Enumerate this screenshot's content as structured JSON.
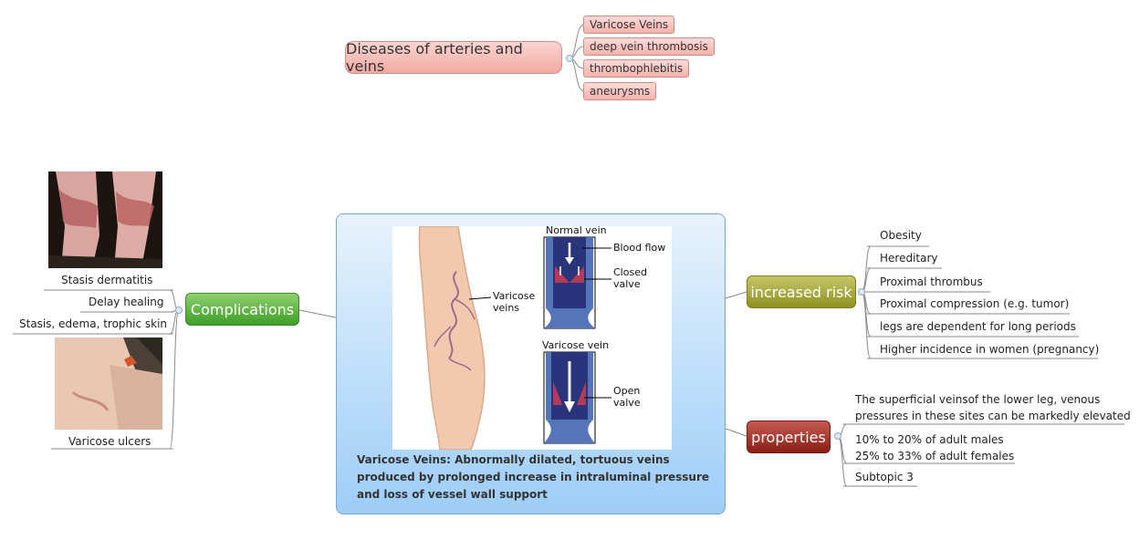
{
  "top": {
    "root": "Diseases of arteries and veins",
    "children": [
      "Varicose Veins",
      "deep vein thrombosis",
      "thrombophlebitis",
      "aneurysms"
    ]
  },
  "complications": {
    "label": "Complications",
    "items": [
      "Stasis dermatitis",
      "Delay healing",
      "Stasis, edema, trophic skin",
      "Varicose ulcers"
    ]
  },
  "center": {
    "description": "Varicose Veins: Abnormally dilated, tortuous veins produced by prolonged increase in intraluminal pressure and loss of vessel wall support",
    "figure": {
      "varicose_veins": "Varicose\nveins",
      "normal_vein": "Normal vein",
      "blood_flow": "Blood flow",
      "closed_valve": "Closed\nvalve",
      "varicose_vein": "Varicose vein",
      "open_valve": "Open\nvalve"
    }
  },
  "increased_risk": {
    "label": "increased risk",
    "items": [
      "Obesity",
      "Hereditary",
      "Proximal thrombus",
      "Proximal compression (e.g. tumor)",
      "legs are dependent for long periods",
      "Higher incidence in women (pregnancy)"
    ]
  },
  "properties": {
    "label": "properties",
    "items": [
      "The superficial veinsof the lower leg, venous\npressures in these sites can be markedly elevated",
      "10% to 20% of adult males\n25% to 33% of adult females",
      "Subtopic 3"
    ]
  },
  "colors": {
    "pink_topic": "#f5b3ad",
    "complications": "#4aa82f",
    "increased_risk": "#9a9d28",
    "properties": "#962820",
    "center_box": "#b9dcfa"
  }
}
